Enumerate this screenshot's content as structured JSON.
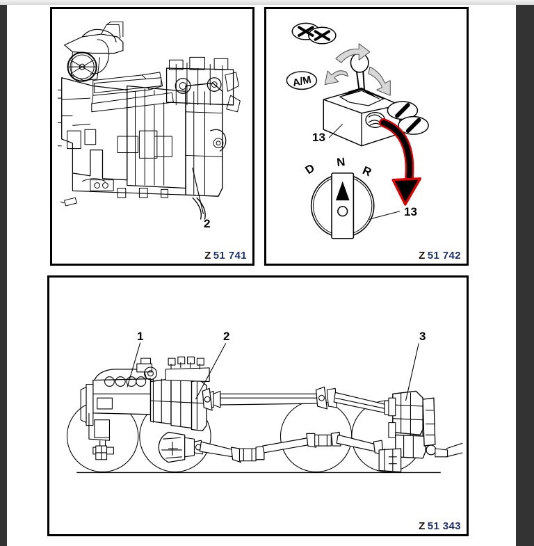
{
  "document": {
    "type": "technical-service-manual-figure-page",
    "page_background": "#ffffff",
    "gutter_color": "#333333"
  },
  "figures": [
    {
      "id": "fig-51-741",
      "position": "top-left",
      "caption_prefix": "Z",
      "caption_number": "51 741",
      "subject": "engine-and-transmission-assembly-side-view",
      "callouts": [
        {
          "label": "2",
          "target": "transmission-rear-housing"
        }
      ]
    },
    {
      "id": "fig-51-742",
      "position": "top-right",
      "caption_prefix": "Z",
      "caption_number": "51 742",
      "subject": "gear-selector-lever-and-rotary-range-switch",
      "callouts": [
        {
          "label": "13",
          "target": "selector-module-rotary-switch"
        },
        {
          "label": "13",
          "target": "rotary-switch-detail"
        }
      ],
      "selector_icons": [
        {
          "name": "plus-minus-shift-icon",
          "label": ""
        },
        {
          "name": "auto-manual-icon",
          "label": "A/M"
        },
        {
          "name": "upshift-bar-icon",
          "label": ""
        },
        {
          "name": "downshift-bar-icon",
          "label": ""
        }
      ],
      "rotary_switch_positions": [
        "D",
        "N",
        "R"
      ],
      "arrow_color": "#e00000",
      "arrow_fill": "#000000"
    },
    {
      "id": "fig-51-343",
      "position": "bottom",
      "caption_prefix": "Z",
      "caption_number": "51 343",
      "subject": "vehicle-driveline-layout-engine-transmission-axles",
      "callouts": [
        {
          "label": "1",
          "target": "engine"
        },
        {
          "label": "2",
          "target": "transmission"
        },
        {
          "label": "3",
          "target": "rear-axle-drive"
        }
      ]
    }
  ],
  "colors": {
    "caption_prefix": "#1a1208",
    "caption_number": "#1d2f6e",
    "line_art": "#000000",
    "shade": "#e9e9e9",
    "red_accent": "#e00000"
  }
}
